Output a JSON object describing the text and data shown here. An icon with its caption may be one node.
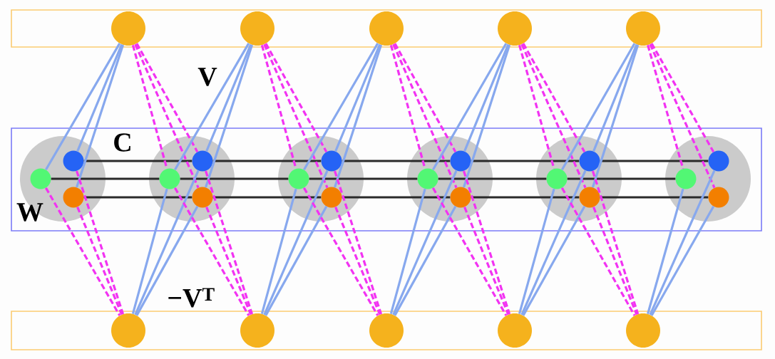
{
  "diagram": {
    "nodes": [
      {
        "text": [],
        "shape": "box"
      },
      {
        "text": [],
        "shape": "circle",
        "in": 0
      },
      {
        "text": [],
        "shape": "circle",
        "in": 0
      },
      {
        "text": [],
        "shape": "circle",
        "in": 0
      },
      {
        "text": [],
        "shape": "circle",
        "in": 0
      },
      {
        "text": [],
        "shape": "circle",
        "in": 0
      },
      {
        "text": [],
        "shape": "box"
      },
      {
        "text": [],
        "shape": "circle",
        "in": 6
      },
      {
        "text": [],
        "shape": "circle",
        "in": 7
      },
      {
        "text": [],
        "shape": "circle",
        "in": 7
      },
      {
        "text": [],
        "shape": "circle",
        "in": 7
      },
      {
        "text": [],
        "shape": "circle",
        "in": 6
      },
      {
        "text": [],
        "shape": "circle",
        "in": 11
      },
      {
        "text": [],
        "shape": "circle",
        "in": 11
      },
      {
        "text": [],
        "shape": "circle",
        "in": 11
      },
      {
        "text": [],
        "shape": "circle",
        "in": 6
      },
      {
        "text": [],
        "shape": "circle",
        "in": 15
      },
      {
        "text": [],
        "shape": "circle",
        "in": 15
      },
      {
        "text": [],
        "shape": "circle",
        "in": 15
      },
      {
        "text": [],
        "shape": "circle",
        "in": 6
      },
      {
        "text": [],
        "shape": "circle",
        "in": 19
      },
      {
        "text": [],
        "shape": "circle",
        "in": 19
      },
      {
        "text": [],
        "shape": "circle",
        "in": 19
      },
      {
        "text": [],
        "shape": "circle",
        "in": 6
      },
      {
        "text": [],
        "shape": "circle",
        "in": 23
      },
      {
        "text": [],
        "shape": "circle",
        "in": 23
      },
      {
        "text": [],
        "shape": "circle",
        "in": 23
      },
      {
        "text": [],
        "shape": "circle",
        "in": 6
      },
      {
        "text": [],
        "shape": "circle",
        "in": 27
      },
      {
        "text": [],
        "shape": "circle",
        "in": 27
      },
      {
        "text": [],
        "shape": "circle",
        "in": 27
      },
      {
        "text": [],
        "shape": "box"
      },
      {
        "text": [],
        "shape": "circle",
        "in": 31
      },
      {
        "text": [],
        "shape": "circle",
        "in": 31
      },
      {
        "text": [],
        "shape": "circle",
        "in": 31
      },
      {
        "text": [],
        "shape": "circle",
        "in": 31
      },
      {
        "text": [],
        "shape": "circle",
        "in": 31
      }
    ],
    "edges": [
      {
        "from": 9,
        "to": 13,
        "arrow": "none",
        "color": "#2a2a2a"
      },
      {
        "from": 13,
        "to": 17,
        "arrow": "none",
        "color": "#2a2a2a"
      },
      {
        "from": 17,
        "to": 21,
        "arrow": "none",
        "color": "#2a2a2a"
      },
      {
        "from": 21,
        "to": 25,
        "arrow": "none",
        "color": "#2a2a2a"
      },
      {
        "from": 25,
        "to": 29,
        "arrow": "none",
        "color": "#2a2a2a"
      },
      {
        "from": 8,
        "to": 12,
        "arrow": "none",
        "color": "#2a2a2a"
      },
      {
        "from": 12,
        "to": 16,
        "arrow": "none",
        "color": "#2a2a2a"
      },
      {
        "from": 16,
        "to": 20,
        "arrow": "none",
        "color": "#2a2a2a"
      },
      {
        "from": 20,
        "to": 24,
        "arrow": "none",
        "color": "#2a2a2a"
      },
      {
        "from": 24,
        "to": 28,
        "arrow": "none",
        "color": "#2a2a2a"
      },
      {
        "from": 10,
        "to": 14,
        "arrow": "none",
        "color": "#2a2a2a"
      },
      {
        "from": 14,
        "to": 18,
        "arrow": "none",
        "color": "#2a2a2a"
      },
      {
        "from": 18,
        "to": 22,
        "arrow": "none",
        "color": "#2a2a2a"
      },
      {
        "from": 22,
        "to": 26,
        "arrow": "none",
        "color": "#2a2a2a"
      },
      {
        "from": 26,
        "to": 30,
        "arrow": "none",
        "color": "#2a2a2a"
      },
      {
        "from": 1,
        "to": 8,
        "arrow": "none"
      },
      {
        "from": 1,
        "to": 9,
        "arrow": "none"
      },
      {
        "from": 1,
        "to": 10,
        "arrow": "none"
      },
      {
        "from": 1,
        "to": 12,
        "arrow": "none",
        "style": "dashed",
        "color": "#f233f2"
      },
      {
        "from": 1,
        "to": 13,
        "arrow": "none",
        "style": "dashed",
        "color": "#f233f2"
      },
      {
        "from": 1,
        "to": 14,
        "arrow": "none",
        "style": "dashed",
        "color": "#f233f2"
      },
      {
        "from": 2,
        "to": 12,
        "arrow": "none"
      },
      {
        "from": 2,
        "to": 13,
        "arrow": "none"
      },
      {
        "from": 2,
        "to": 14,
        "arrow": "none"
      },
      {
        "from": 2,
        "to": 16,
        "arrow": "none",
        "style": "dashed",
        "color": "#f233f2"
      },
      {
        "from": 2,
        "to": 17,
        "arrow": "none",
        "style": "dashed",
        "color": "#f233f2"
      },
      {
        "from": 2,
        "to": 18,
        "arrow": "none",
        "style": "dashed",
        "color": "#f233f2"
      },
      {
        "from": 3,
        "to": 16,
        "arrow": "none"
      },
      {
        "from": 3,
        "to": 17,
        "arrow": "none"
      },
      {
        "from": 3,
        "to": 18,
        "arrow": "none"
      },
      {
        "from": 3,
        "to": 20,
        "arrow": "none",
        "style": "dashed",
        "color": "#f233f2"
      },
      {
        "from": 3,
        "to": 21,
        "arrow": "none",
        "style": "dashed",
        "color": "#f233f2"
      },
      {
        "from": 3,
        "to": 22,
        "arrow": "none",
        "style": "dashed",
        "color": "#f233f2"
      },
      {
        "from": 4,
        "to": 20,
        "arrow": "none"
      },
      {
        "from": 4,
        "to": 21,
        "arrow": "none"
      },
      {
        "from": 4,
        "to": 22,
        "arrow": "none"
      },
      {
        "from": 4,
        "to": 24,
        "arrow": "none",
        "style": "dashed",
        "color": "#f233f2"
      },
      {
        "from": 4,
        "to": 25,
        "arrow": "none",
        "style": "dashed",
        "color": "#f233f2"
      },
      {
        "from": 4,
        "to": 26,
        "arrow": "none",
        "style": "dashed",
        "color": "#f233f2"
      },
      {
        "from": 5,
        "to": 24,
        "arrow": "none"
      },
      {
        "from": 5,
        "to": 25,
        "arrow": "none"
      },
      {
        "from": 5,
        "to": 26,
        "arrow": "none"
      },
      {
        "from": 5,
        "to": 28,
        "arrow": "none",
        "style": "dashed",
        "color": "#f233f2"
      },
      {
        "from": 5,
        "to": 29,
        "arrow": "none",
        "style": "dashed",
        "color": "#f233f2"
      },
      {
        "from": 5,
        "to": 30,
        "arrow": "none",
        "style": "dashed",
        "color": "#f233f2"
      },
      {
        "from": 8,
        "to": 32,
        "arrow": "none",
        "style": "dashed",
        "color": "#f233f2"
      },
      {
        "from": 9,
        "to": 32,
        "arrow": "none",
        "style": "dashed",
        "color": "#f233f2"
      },
      {
        "from": 10,
        "to": 32,
        "arrow": "none",
        "style": "dashed",
        "color": "#f233f2"
      },
      {
        "from": 12,
        "to": 32,
        "arrow": "none"
      },
      {
        "from": 13,
        "to": 32,
        "arrow": "none"
      },
      {
        "from": 14,
        "to": 32,
        "arrow": "none"
      },
      {
        "from": 12,
        "to": 33,
        "arrow": "none",
        "style": "dashed",
        "color": "#f233f2"
      },
      {
        "from": 13,
        "to": 33,
        "arrow": "none",
        "style": "dashed",
        "color": "#f233f2"
      },
      {
        "from": 14,
        "to": 33,
        "arrow": "none",
        "style": "dashed",
        "color": "#f233f2"
      },
      {
        "from": 16,
        "to": 33,
        "arrow": "none"
      },
      {
        "from": 17,
        "to": 33,
        "arrow": "none"
      },
      {
        "from": 18,
        "to": 33,
        "arrow": "none"
      },
      {
        "from": 16,
        "to": 34,
        "arrow": "none",
        "style": "dashed",
        "color": "#f233f2"
      },
      {
        "from": 17,
        "to": 34,
        "arrow": "none",
        "style": "dashed",
        "color": "#f233f2"
      },
      {
        "from": 18,
        "to": 34,
        "arrow": "none",
        "style": "dashed",
        "color": "#f233f2"
      },
      {
        "from": 20,
        "to": 34,
        "arrow": "none"
      },
      {
        "from": 21,
        "to": 34,
        "arrow": "none"
      },
      {
        "from": 22,
        "to": 34,
        "arrow": "none"
      },
      {
        "from": 20,
        "to": 35,
        "arrow": "none",
        "style": "dashed",
        "color": "#f233f2"
      },
      {
        "from": 21,
        "to": 35,
        "arrow": "none",
        "style": "dashed",
        "color": "#f233f2"
      },
      {
        "from": 22,
        "to": 35,
        "arrow": "none",
        "style": "dashed",
        "color": "#f233f2"
      },
      {
        "from": 24,
        "to": 35,
        "arrow": "none"
      },
      {
        "from": 25,
        "to": 35,
        "arrow": "none"
      },
      {
        "from": 26,
        "to": 35,
        "arrow": "none"
      },
      {
        "from": 24,
        "to": 36,
        "arrow": "none",
        "style": "dashed",
        "color": "#f233f2"
      },
      {
        "from": 25,
        "to": 36,
        "arrow": "none",
        "style": "dashed",
        "color": "#f233f2"
      },
      {
        "from": 26,
        "to": 36,
        "arrow": "none",
        "style": "dashed",
        "color": "#f233f2"
      },
      {
        "from": 28,
        "to": 36,
        "arrow": "none"
      },
      {
        "from": 29,
        "to": 36,
        "arrow": "none"
      },
      {
        "from": 30,
        "to": 36,
        "arrow": "none"
      }
    ],
    "labels": [
      "V",
      "C",
      "W",
      "−V$^{T}$"
    ]
  }
}
